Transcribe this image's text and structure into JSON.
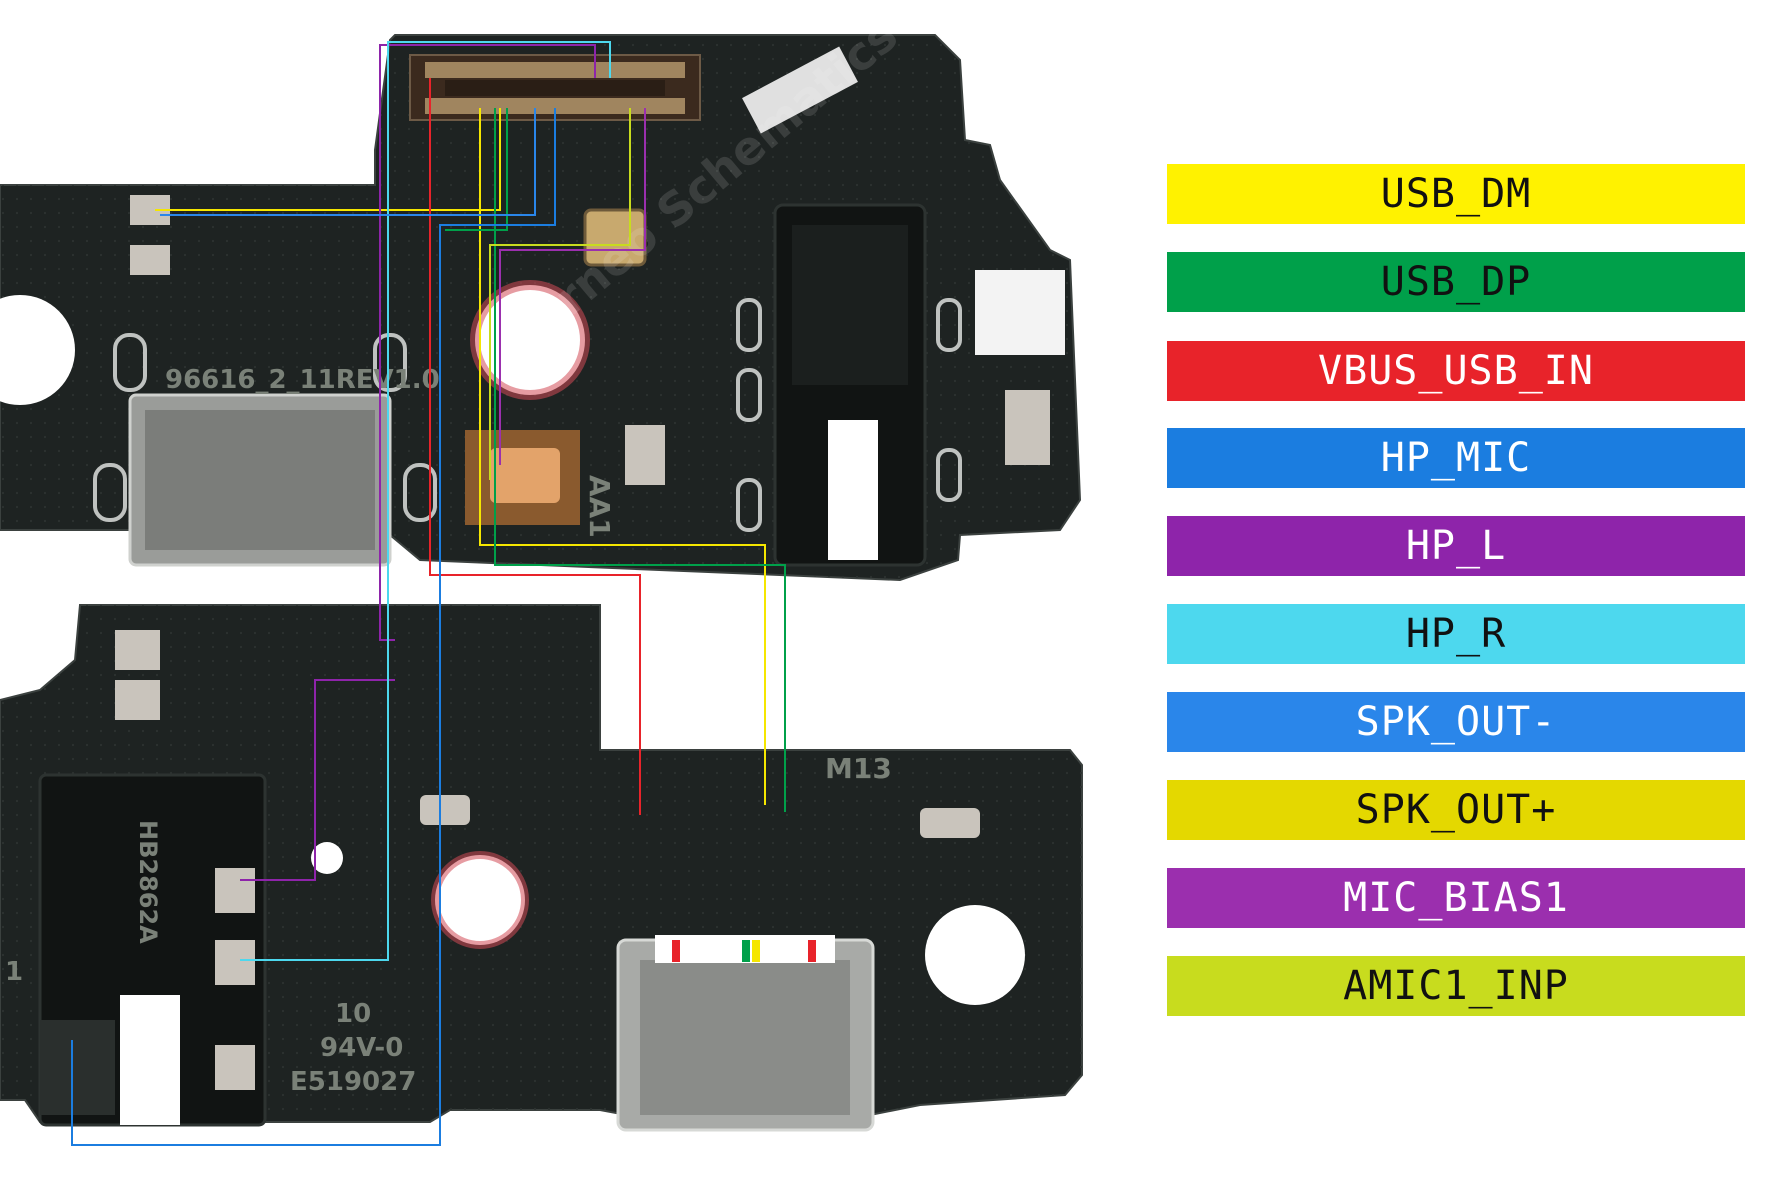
{
  "board": {
    "top_silkscreen": "96616_2_11REV1.0",
    "top_mic_label": "AA1",
    "bottom_model_label": "M13",
    "bottom_jack_label": "HB2862A",
    "bottom_silk_1": "1",
    "bottom_silk_2": "10",
    "bottom_silk_3": "94V-0",
    "bottom_silk_4": "E519027",
    "watermark": "Borneo Schematics"
  },
  "legend": {
    "items": [
      {
        "label": "USB_DM",
        "color": "#fff200",
        "text_color": "#111111"
      },
      {
        "label": "USB_DP",
        "color": "#00a04a",
        "text_color": "#111111"
      },
      {
        "label": "VBUS_USB_IN",
        "color": "#e8232a",
        "text_color": "#ffffff"
      },
      {
        "label": "HP_MIC",
        "color": "#1b7de0",
        "text_color": "#ffffff"
      },
      {
        "label": "HP_L",
        "color": "#8e24aa",
        "text_color": "#ffffff"
      },
      {
        "label": "HP_R",
        "color": "#4dd8ee",
        "text_color": "#111111"
      },
      {
        "label": "SPK_OUT-",
        "color": "#2a86ea",
        "text_color": "#ffffff"
      },
      {
        "label": "SPK_OUT+",
        "color": "#e4d800",
        "text_color": "#111111"
      },
      {
        "label": "MIC_BIAS1",
        "color": "#9b2fae",
        "text_color": "#ffffff"
      },
      {
        "label": "AMIC1_INP",
        "color": "#c8dc1e",
        "text_color": "#111111"
      }
    ]
  }
}
